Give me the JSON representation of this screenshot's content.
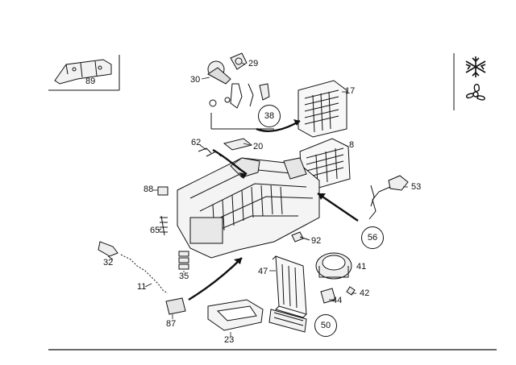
{
  "parts": {
    "p89": "89",
    "p30": "30",
    "p29": "29",
    "p17": "17",
    "p38": "38",
    "p62": "62",
    "p20": "20",
    "p8": "8",
    "p88": "88",
    "p53": "53",
    "p65": "65",
    "p56": "56",
    "p92": "92",
    "p32": "32",
    "p47": "47",
    "p41": "41",
    "p35": "35",
    "p11": "11",
    "p42": "42",
    "p44": "44",
    "p87": "87",
    "p50": "50",
    "p23": "23"
  },
  "icons": {
    "top": "snowflake-icon",
    "bottom": "fan-icon"
  },
  "colors": {
    "ink": "#111111",
    "paper": "#ffffff"
  }
}
